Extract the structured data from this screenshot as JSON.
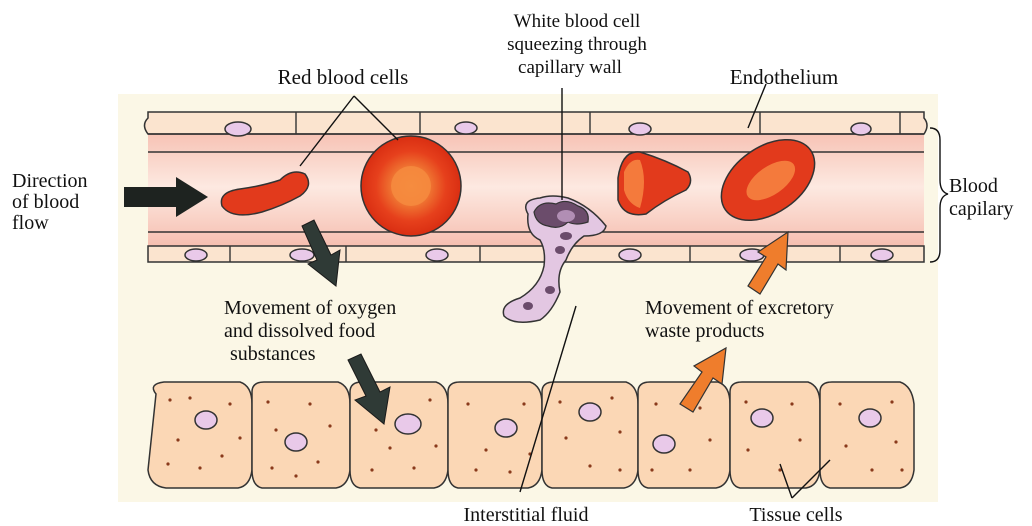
{
  "labels": {
    "wbc_line1": "White blood cell",
    "wbc_line2": "squeezing through",
    "wbc_line3": "capillary wall",
    "rbc": "Red blood cells",
    "endothelium": "Endothelium",
    "direction_line1": "Direction",
    "direction_line2": "of blood",
    "direction_line3": "flow",
    "capillary_line1": "Blood",
    "capillary_line2": "capilary",
    "oxygen_line1": "Movement of oxygen",
    "oxygen_line2": "and dissolved food",
    "oxygen_line3": "substances",
    "excretory_line1": "Movement of excretory",
    "excretory_line2": "waste products",
    "interstitial": "Interstitial fluid",
    "tissue": "Tissue cells"
  },
  "colors": {
    "rbc_red": "#e23a1c",
    "rbc_orange": "#f47a3c",
    "wall_beige": "#f9dcc4",
    "lumen_pink": "#f2b8a6",
    "tissue_cell": "#fbd7b5",
    "nucleus": "#e9c9e9",
    "wbc_purple": "#d7b7d8",
    "arrow_black": "#1e2320",
    "arrow_orange": "#ef7d2c"
  }
}
